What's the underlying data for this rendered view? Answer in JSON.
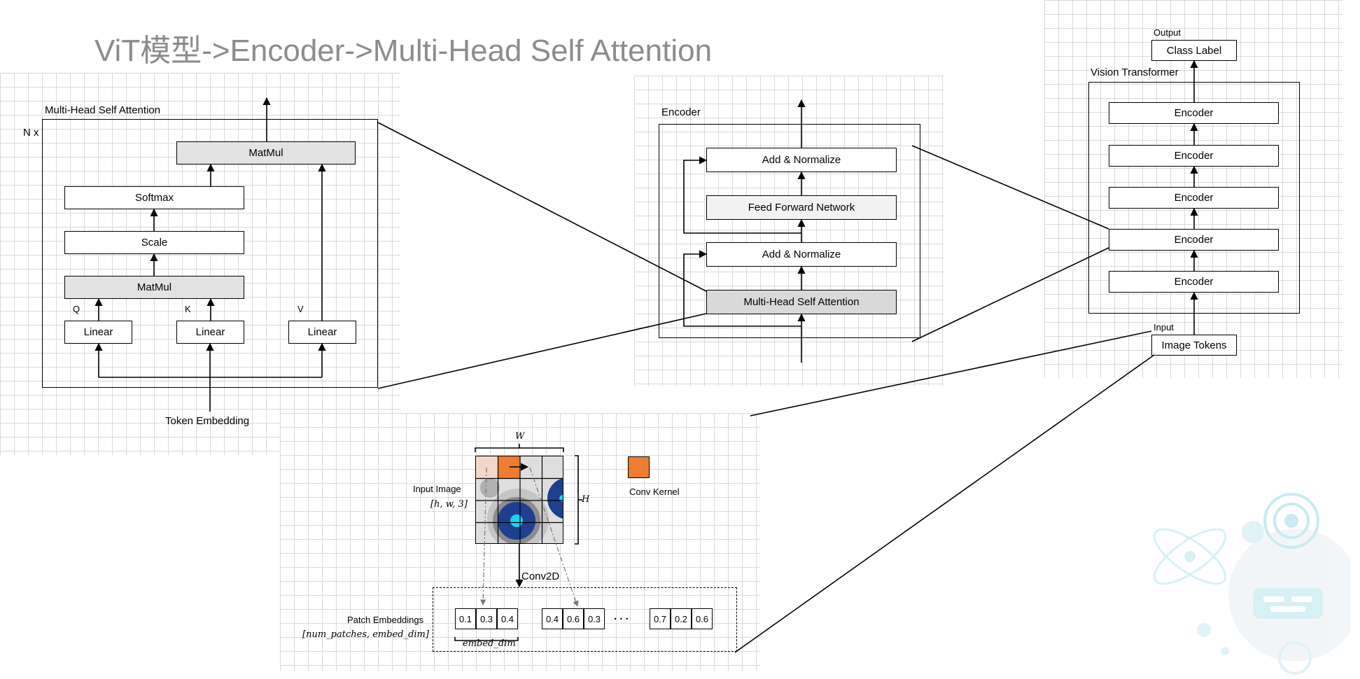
{
  "title": "ViT模型->Encoder->Multi-Head Self Attention",
  "mhsa": {
    "heading": "Multi-Head Self Attention",
    "repeat": "N x",
    "matmul_top": "MatMul",
    "softmax": "Softmax",
    "scale": "Scale",
    "matmul_bottom": "MatMul",
    "q": "Q",
    "k": "K",
    "v": "V",
    "linear": "Linear",
    "input": "Token Embedding"
  },
  "encoder": {
    "heading": "Encoder",
    "add_norm": "Add & Normalize",
    "ffn": "Feed Forward Network",
    "mhsa": "Multi-Head Self Attention"
  },
  "vit": {
    "output_caption": "Output",
    "class_label": "Class Label",
    "heading": "Vision Transformer",
    "encoder": "Encoder",
    "input_caption": "Input",
    "image_tokens": "Image Tokens"
  },
  "patch": {
    "w": "W",
    "h": "H",
    "input_image": "Input Image",
    "input_shape": "[h, w, 3]",
    "conv_kernel": "Conv Kernel",
    "conv2d": "Conv2D",
    "patch_embeddings": "Patch Embeddings",
    "patch_shape": "[num_patches, embed_dim]",
    "embed_dim": "embed_dim",
    "ellipsis": ". . .",
    "group1": [
      "0.1",
      "0.3",
      "0.4"
    ],
    "group2": [
      "0.4",
      "0.6",
      "0.3"
    ],
    "group3": [
      "0.7",
      "0.2",
      "0.6"
    ]
  },
  "colors": {
    "kernel": "#ed7d31",
    "eye": "#1f3f8f",
    "glow": "#19d5f0",
    "robot": "#d7f1f7"
  }
}
